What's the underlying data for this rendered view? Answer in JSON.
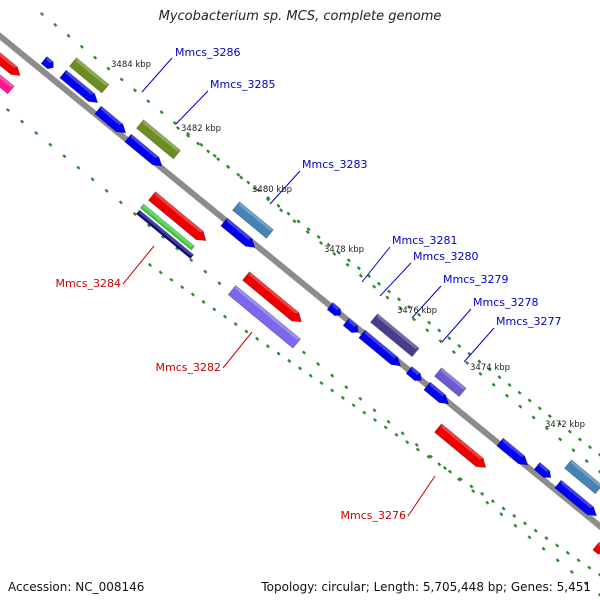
{
  "title": "Mycobacterium sp. MCS, complete genome",
  "footer": {
    "accession": "Accession: NC_008146",
    "summary": "Topology: circular; Length: 5,705,448 bp; Genes: 5,451"
  },
  "colors": {
    "backbone": "#8c8c8c",
    "tick": "#2e8b2e",
    "forward_cds": "#0000ee",
    "reverse_cds": "#ee0000",
    "label_forward": "#0000cc",
    "label_reverse": "#cc0000",
    "kbp_text": "#222222"
  },
  "kbp_labels": [
    "3484 kbp",
    "3482 kbp",
    "3480 kbp",
    "3478 kbp",
    "3476 kbp",
    "3474 kbp",
    "3472 kbp"
  ],
  "gene_labels": [
    {
      "text": "Mmcs_3286",
      "strand": "forward"
    },
    {
      "text": "Mmcs_3285",
      "strand": "forward"
    },
    {
      "text": "Mmcs_3283",
      "strand": "forward"
    },
    {
      "text": "Mmcs_3281",
      "strand": "forward"
    },
    {
      "text": "Mmcs_3280",
      "strand": "forward"
    },
    {
      "text": "Mmcs_3279",
      "strand": "forward"
    },
    {
      "text": "Mmcs_3278",
      "strand": "forward"
    },
    {
      "text": "Mmcs_3277",
      "strand": "forward"
    },
    {
      "text": "Mmcs_3284",
      "strand": "reverse"
    },
    {
      "text": "Mmcs_3282",
      "strand": "reverse"
    },
    {
      "text": "Mmcs_3276",
      "strand": "reverse"
    }
  ]
}
